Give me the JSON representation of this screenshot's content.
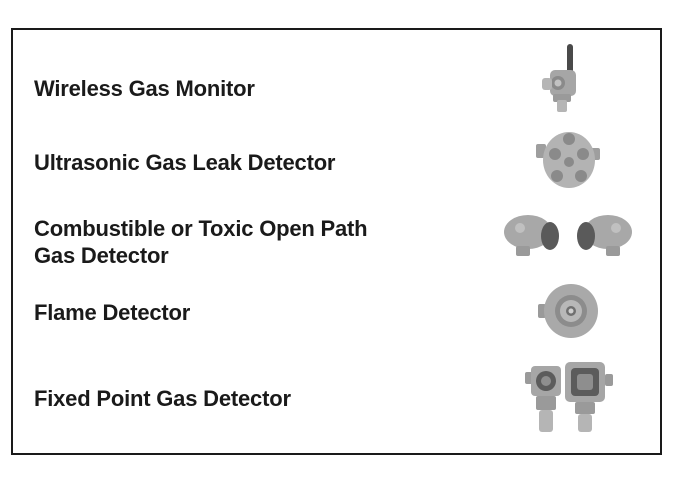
{
  "devices": [
    {
      "label_lines": [
        "Wireless Gas Monitor"
      ],
      "icon": "wireless-gas-monitor-icon"
    },
    {
      "label_lines": [
        "Ultrasonic Gas Leak Detector"
      ],
      "icon": "ultrasonic-gas-leak-detector-icon"
    },
    {
      "label_lines": [
        "Combustible or Toxic Open Path",
        "Gas Detector"
      ],
      "icon": "open-path-gas-detector-icon"
    },
    {
      "label_lines": [
        "Flame Detector"
      ],
      "icon": "flame-detector-icon"
    },
    {
      "label_lines": [
        "Fixed Point Gas Detector"
      ],
      "icon": "fixed-point-gas-detector-icon"
    }
  ],
  "colors": {
    "text": "#1a1a1a",
    "border": "#1a1a1a",
    "device_light": "#b5b5b5",
    "device_mid": "#8e8e8e",
    "device_dark": "#4a4a4a"
  }
}
